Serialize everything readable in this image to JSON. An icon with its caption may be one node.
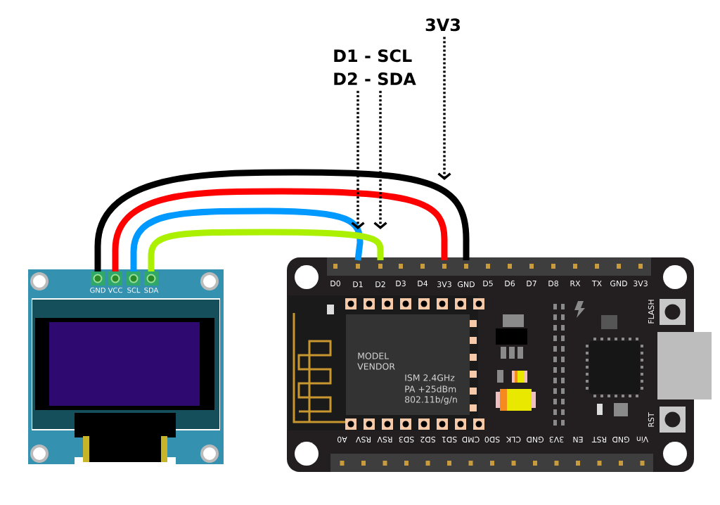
{
  "diagram": {
    "nodes": [
      {
        "text": [
          "D1 - SCL",
          "D2 - SDA"
        ]
      },
      {
        "text": [
          "3V3"
        ]
      },
      {
        "text": [
          "GND"
        ]
      },
      {
        "text": [
          "VCC"
        ]
      },
      {
        "text": [
          "SCL"
        ]
      },
      {
        "text": [
          "SDA"
        ]
      },
      {
        "text": [
          "D1"
        ]
      },
      {
        "text": [
          "D2"
        ]
      },
      {
        "text": [
          "3V3"
        ]
      },
      {
        "text": [
          "GND"
        ]
      }
    ],
    "edges": [
      {
        "from": 2,
        "to": 9,
        "arrow": "none"
      },
      {
        "from": 3,
        "to": 8,
        "arrow": "none",
        "color": "#ff0000"
      },
      {
        "from": 4,
        "to": 6,
        "arrow": "none",
        "color": "#0099ff"
      },
      {
        "from": 5,
        "to": 7,
        "arrow": "none",
        "color": "#aaf000"
      },
      {
        "from": 0,
        "to": null,
        "arrow": "to",
        "style": "dashed"
      },
      {
        "from": 0,
        "to": null,
        "arrow": "to",
        "style": "dashed"
      },
      {
        "from": 1,
        "to": null,
        "arrow": "to",
        "style": "dashed"
      }
    ],
    "labels": [
      "D0",
      "D3",
      "D4",
      "D5",
      "D6",
      "D7",
      "D8",
      "RX",
      "TX",
      "GND",
      "3V3",
      "FLASH",
      "MODEL",
      "VENDOR",
      "ISM 2.4GHz",
      "PA +25dBm",
      "802.11b/g/n",
      "RST",
      "A0",
      "RSV",
      "RSV",
      "SD3",
      "SD2",
      "SD1",
      "CMD",
      "SD0",
      "CLK",
      "GND",
      "3V3",
      "EN",
      "RST",
      "GND",
      "Vin"
    ]
  }
}
